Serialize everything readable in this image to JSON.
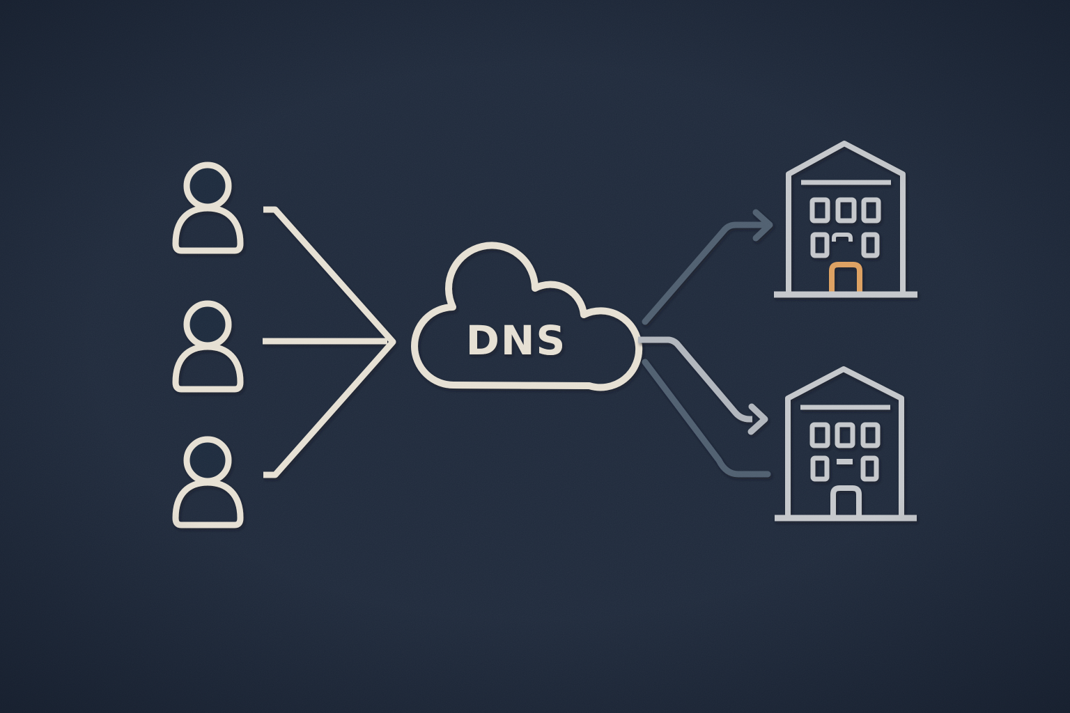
{
  "diagram": {
    "cloud_label": "DNS",
    "user_count": 3,
    "building_count": 2
  },
  "colors": {
    "background": "#1f2a3c",
    "cream": "#e8e2d5",
    "building": "#c6c9cd",
    "stem": "#c2c6cb",
    "arrow_dark": "#4f5e70",
    "arrow_light": "#b2b7be",
    "door": "#dfa161"
  }
}
